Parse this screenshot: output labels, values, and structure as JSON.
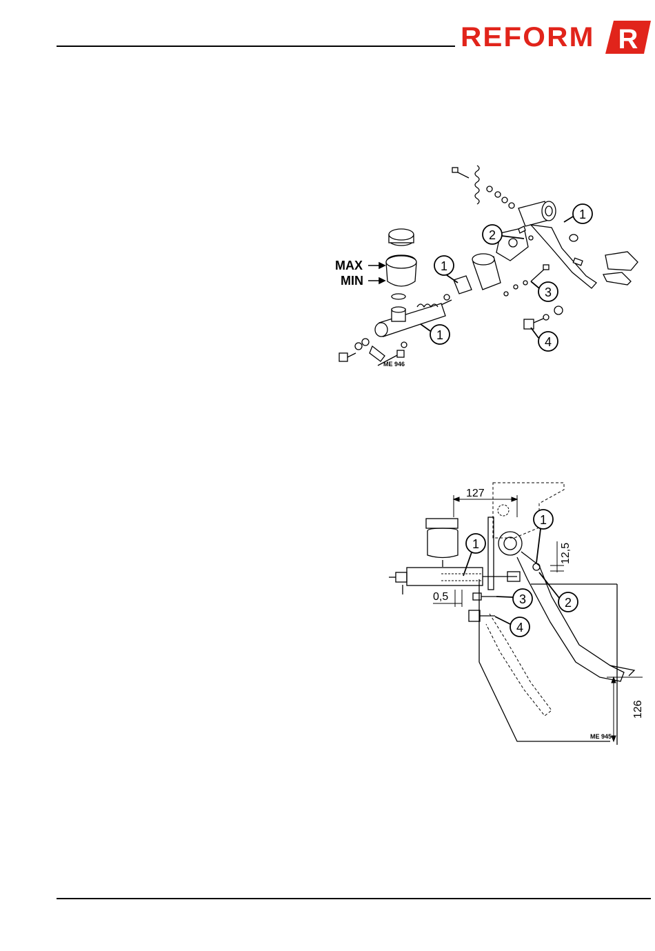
{
  "header": {
    "brand": "REFORM",
    "brand_mark": "R",
    "brand_color": "#e1241b"
  },
  "figure1": {
    "code": "ME 946",
    "max_label": "MAX",
    "min_label": "MIN",
    "callouts": [
      "1",
      "1",
      "1",
      "2",
      "3",
      "4"
    ]
  },
  "figure2": {
    "code": "ME 945",
    "dimensions": [
      "127",
      "12,5",
      "0,5",
      "126"
    ],
    "callouts": [
      "1",
      "1",
      "2",
      "3",
      "4"
    ]
  }
}
